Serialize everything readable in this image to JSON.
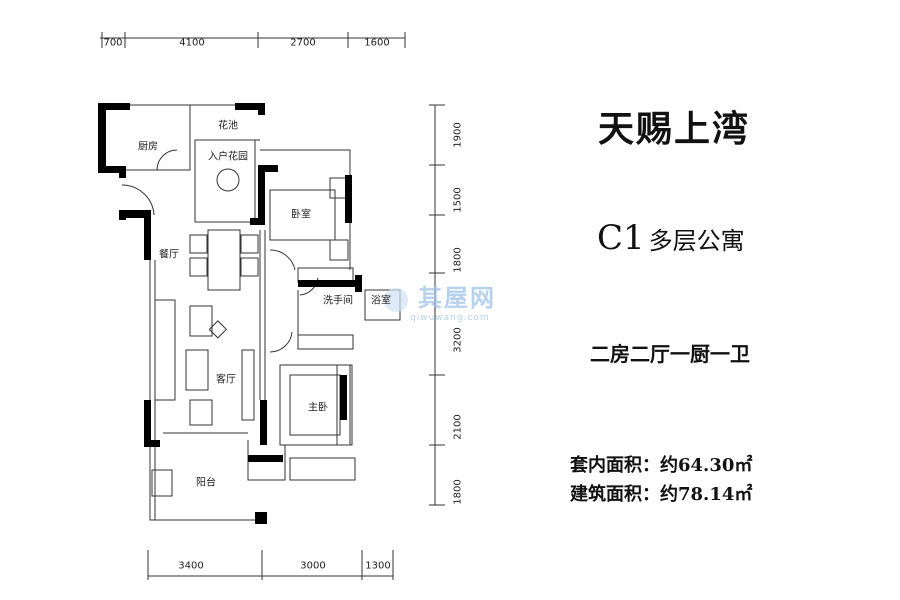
{
  "title": "天赐上湾",
  "unit_type": {
    "code": "C1",
    "kind": "多层公寓"
  },
  "layout": "二房二厅一厨一卫",
  "areas": {
    "inner": "套内面积：约64.30㎡",
    "gross": "建筑面积：约78.14㎡"
  },
  "dimensions": {
    "top": [
      "700",
      "4100",
      "2700",
      "1600"
    ],
    "right": [
      "1900",
      "1500",
      "1800",
      "3200",
      "2100",
      "1800"
    ],
    "bottom": [
      "3400",
      "3000",
      "1300"
    ]
  },
  "rooms": {
    "flower_bed": "花池",
    "entry_garden": "入户花园",
    "kitchen": "厨房",
    "bedroom": "卧室",
    "dining": "餐厅",
    "washroom": "洗手间",
    "bathroom": "浴室",
    "living": "客厅",
    "master_bedroom": "主卧",
    "balcony": "阳台"
  },
  "watermark": {
    "logo": "其屋网",
    "url": "qiwuwang.com"
  },
  "colors": {
    "wall": "#000000",
    "line": "#333333",
    "watermark": "#9fc3e6"
  }
}
